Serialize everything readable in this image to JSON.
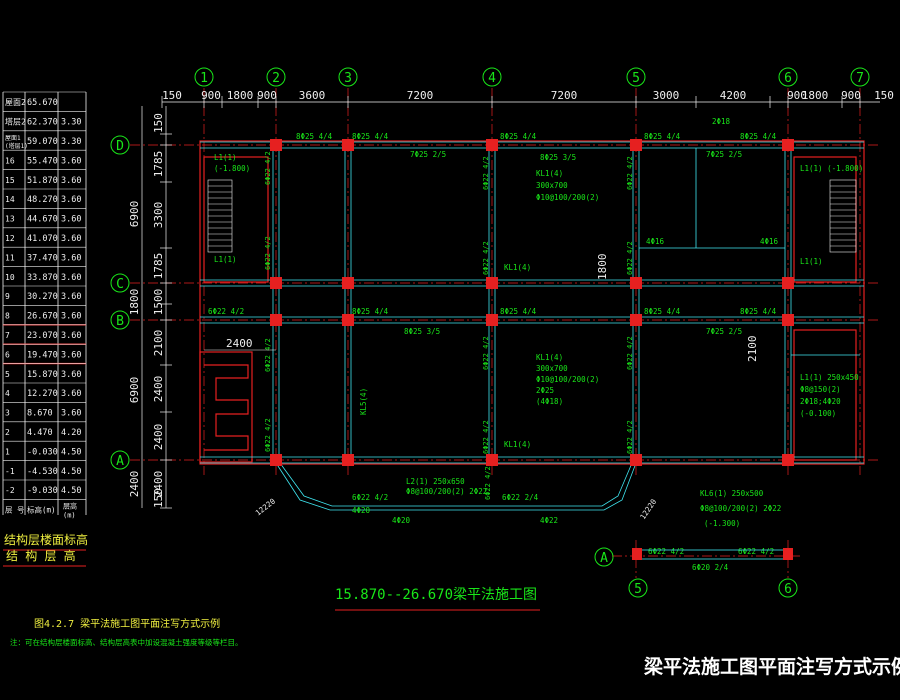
{
  "colors": {
    "background": "#000000",
    "axis_line": "#e62020",
    "beam": "#3fe6f0",
    "annotation": "#19e619",
    "dimension": "#f0f0f0",
    "wall": "#e62020",
    "title": "#f0f040"
  },
  "grid_axes_vertical": [
    "1",
    "2",
    "3",
    "4",
    "5",
    "6",
    "7"
  ],
  "grid_axes_horizontal": [
    "D",
    "C",
    "B",
    "A"
  ],
  "top_dimensions": [
    "150",
    "900",
    "1800",
    "900",
    "3600",
    "7200",
    "7200",
    "3000",
    "4200",
    "900",
    "1800",
    "900",
    "150"
  ],
  "left_dimensions": [
    "150",
    "1785",
    "3300",
    "1785",
    "1500",
    "2100",
    "2400",
    "2400",
    "2400",
    "150"
  ],
  "left_total_dimensions": [
    "6900",
    "1800",
    "6900",
    "2400"
  ],
  "elevation_table": {
    "rows": [
      {
        "floor": "屋面2",
        "elevation": "65.670",
        "height": ""
      },
      {
        "floor": "塔层2",
        "elevation": "62.370",
        "height": "3.30"
      },
      {
        "floor": "屋面1\n(塔层1)",
        "elevation": "59.070",
        "height": "3.30"
      },
      {
        "floor": "16",
        "elevation": "55.470",
        "height": "3.60"
      },
      {
        "floor": "15",
        "elevation": "51.870",
        "height": "3.60"
      },
      {
        "floor": "14",
        "elevation": "48.270",
        "height": "3.60"
      },
      {
        "floor": "13",
        "elevation": "44.670",
        "height": "3.60"
      },
      {
        "floor": "12",
        "elevation": "41.070",
        "height": "3.60"
      },
      {
        "floor": "11",
        "elevation": "37.470",
        "height": "3.60"
      },
      {
        "floor": "10",
        "elevation": "33.870",
        "height": "3.60"
      },
      {
        "floor": "9",
        "elevation": "30.270",
        "height": "3.60"
      },
      {
        "floor": "8",
        "elevation": "26.670",
        "height": "3.60"
      },
      {
        "floor": "7",
        "elevation": "23.070",
        "height": "3.60"
      },
      {
        "floor": "6",
        "elevation": "19.470",
        "height": "3.60"
      },
      {
        "floor": "5",
        "elevation": "15.870",
        "height": "3.60"
      },
      {
        "floor": "4",
        "elevation": "12.270",
        "height": "3.60"
      },
      {
        "floor": "3",
        "elevation": "8.670",
        "height": "3.60"
      },
      {
        "floor": "2",
        "elevation": "4.470",
        "height": "4.20"
      },
      {
        "floor": "1",
        "elevation": "-0.030",
        "height": "4.50"
      },
      {
        "floor": "-1",
        "elevation": "-4.530",
        "height": "4.50"
      },
      {
        "floor": "-2",
        "elevation": "-9.030",
        "height": "4.50"
      }
    ],
    "header": {
      "floor": "层 号",
      "elevation": "标高(m)",
      "height": "层高\n(m)"
    },
    "caption_1": "结构层楼面标高",
    "caption_2": "结 构 层 高"
  },
  "beam_labels": [
    "8Φ25 4/4",
    "8Φ25 4/4",
    "8Φ25 4/4",
    "8Φ25 4/4",
    "8Φ25 4/4",
    "7Φ25 2/5",
    "8Φ25 3/5",
    "7Φ25 2/5",
    "8Φ25 3/5",
    "7Φ25 2/5",
    "6Φ22 4/2",
    "6Φ22 2/4",
    "6Φ22 4/2",
    "6Φ22 4/2",
    "6Φ20 2/4",
    "2Φ18",
    "4Φ16",
    "4Φ16",
    "4Φ20",
    "4Φ22",
    "4Φ20"
  ],
  "callouts": {
    "l1_left": "L1(1)",
    "l1_left_b": "(-1.800)",
    "kl1_left": "KL1(4)",
    "l1_right": "L1(1) (-1.800)",
    "kl5": "KL5(4)",
    "kl6": "KL6(1) 250x500",
    "kl6_b": "Φ8@100/200(2) 2Φ22",
    "kl6_c": "(-1.300)",
    "l2": "L2(1) 250x650",
    "l2_b": "Φ8@100/200(2) 2Φ22",
    "l1_right_b": "L1(1) 250x450",
    "l1_right_c": "Φ8@150(2)",
    "l1_right_d": "2Φ18;4Φ20",
    "l1_right_e": "(-0.100)",
    "kl1_mid": "KL1(4)",
    "kl1_mid_b": "300x700",
    "kl1_mid_c": "Φ10@100/200(2)",
    "kl1_mid_d": "2Φ25",
    "kl1_mid_e": "(4Φ18)",
    "bottom_left_dim": "12220",
    "bottom_right_dim": "12220",
    "dim_2400": "2400",
    "dim_2100": "2100",
    "dim_1800": "1800"
  },
  "detail": {
    "axis_a": "A",
    "axis_5": "5",
    "axis_6": "6"
  },
  "plan_title": "15.870--26.670梁平法施工图",
  "figure_caption": "图4.2.7  梁平法施工图平面注写方式示例",
  "figure_note": "注：可在结构层楼面标高、结构层高表中加设混凝土强度等级等栏目。",
  "overlay_title": "梁平法施工图平面注写方式示例"
}
